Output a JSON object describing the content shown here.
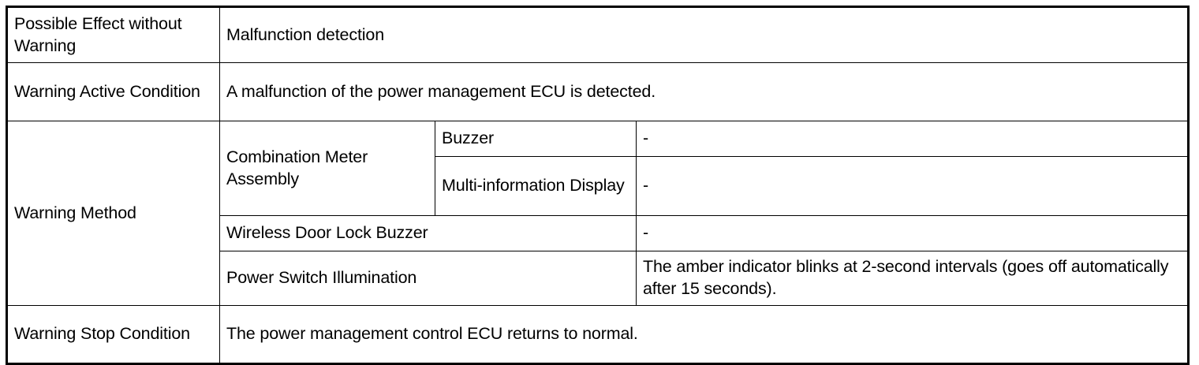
{
  "table": {
    "rows": [
      {
        "label": "Possible Effect without Warning",
        "value": "Malfunction detection"
      },
      {
        "label": "Warning Active Condition",
        "value": "A malfunction of the power management ECU is detected."
      },
      {
        "label": "Warning Method",
        "methods": [
          {
            "group": "Combination Meter Assembly",
            "items": [
              {
                "name": "Buzzer",
                "value": "-"
              },
              {
                "name": "Multi-information Display",
                "value": "-"
              }
            ]
          },
          {
            "group": "Wireless Door Lock Buzzer",
            "items": [
              {
                "name": "",
                "value": "-"
              }
            ]
          },
          {
            "group": "Power Switch Illumination",
            "items": [
              {
                "name": "",
                "value": "The amber indicator blinks at 2-second intervals (goes off automatically after 15 seconds)."
              }
            ]
          }
        ]
      },
      {
        "label": "Warning Stop Condition",
        "value": "The power management control ECU returns to normal."
      }
    ]
  }
}
